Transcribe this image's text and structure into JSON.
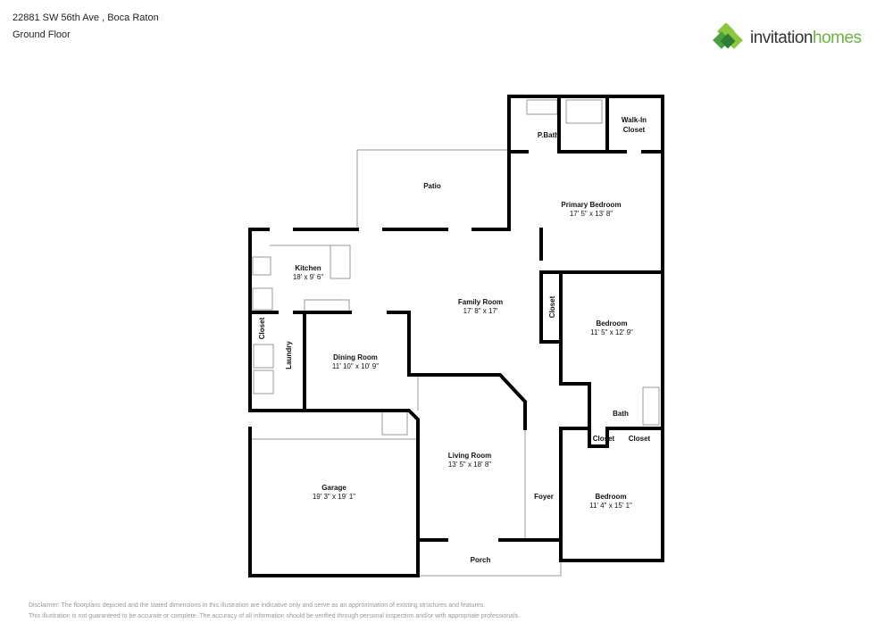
{
  "header": {
    "address": "22881 SW 56th Ave , Boca Raton",
    "floor": "Ground Floor"
  },
  "logo": {
    "text_a": "invitation",
    "text_b": "homes",
    "colors": [
      "#8dc63f",
      "#4aa03f",
      "#2e7d32"
    ]
  },
  "rooms": [
    {
      "name": "Patio",
      "dims": ""
    },
    {
      "name": "P.Bath",
      "dims": ""
    },
    {
      "name": "Walk-In",
      "name2": "Closet",
      "dims": ""
    },
    {
      "name": "Primary Bedroom",
      "dims": "17' 5\" x 13' 8\""
    },
    {
      "name": "Kitchen",
      "dims": "18' x 9' 6\""
    },
    {
      "name": "Family Room",
      "dims": "17' 8\" x 17'"
    },
    {
      "name": "Closet",
      "dims": ""
    },
    {
      "name": "Bedroom",
      "dims": "11' 5\" x 12' 9\""
    },
    {
      "name": "Closet",
      "dims": ""
    },
    {
      "name": "Laundry",
      "dims": ""
    },
    {
      "name": "Dining Room",
      "dims": "11' 10\" x 10' 9\""
    },
    {
      "name": "Bath",
      "dims": ""
    },
    {
      "name": "Closet",
      "dims": ""
    },
    {
      "name": "Closet",
      "dims": ""
    },
    {
      "name": "Garage",
      "dims": "19' 3\" x 19' 1\""
    },
    {
      "name": "Living Room",
      "dims": "13' 5\" x 18' 8\""
    },
    {
      "name": "Foyer",
      "dims": ""
    },
    {
      "name": "Bedroom",
      "dims": "11' 4\" x 15' 1\""
    },
    {
      "name": "Porch",
      "dims": ""
    }
  ],
  "disclaimer": {
    "line1": "Disclaimer: The floorplans depicted and the stated dimensions in this illustration are indicative only and serve as an approximation of existing structures and features.",
    "line2": "This illustration is not guaranteed to be accurate or complete. The accuracy of all information should be verified through personal inspection and/or with appropriate professionals."
  }
}
